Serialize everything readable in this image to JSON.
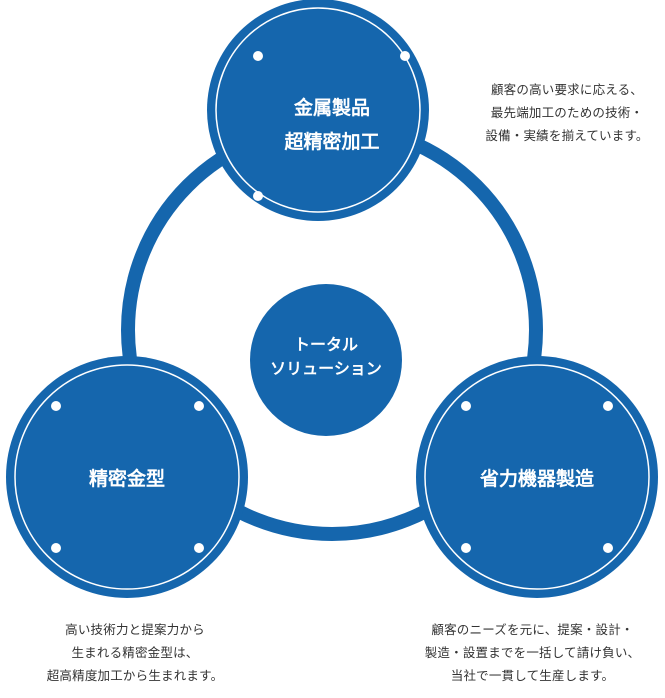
{
  "diagram": {
    "center": {
      "lines": [
        "トータル",
        "ソリューション"
      ]
    },
    "nodes": [
      {
        "id": "top",
        "lines": [
          "金属製品",
          "超精密加工"
        ]
      },
      {
        "id": "left",
        "lines": [
          "精密金型"
        ]
      },
      {
        "id": "right",
        "lines": [
          "省力機器製造"
        ]
      }
    ],
    "descriptions": {
      "top": [
        "顧客の高い要求に応える、",
        "最先端加工のための技術・",
        "設備・実績を揃えています。"
      ],
      "left": [
        "高い技術力と提案力から",
        "生まれる精密金型は、",
        "超高精度加工から生まれます。"
      ],
      "right": [
        "顧客のニーズを元に、提案・設計・",
        "製造・設置までを一括して請け負い、",
        "当社で一貫して生産します。"
      ]
    },
    "colors": {
      "primary": "#1566ad",
      "node_inner_ring": "#ffffff",
      "dot": "#ffffff",
      "text_dark": "#333333"
    }
  }
}
